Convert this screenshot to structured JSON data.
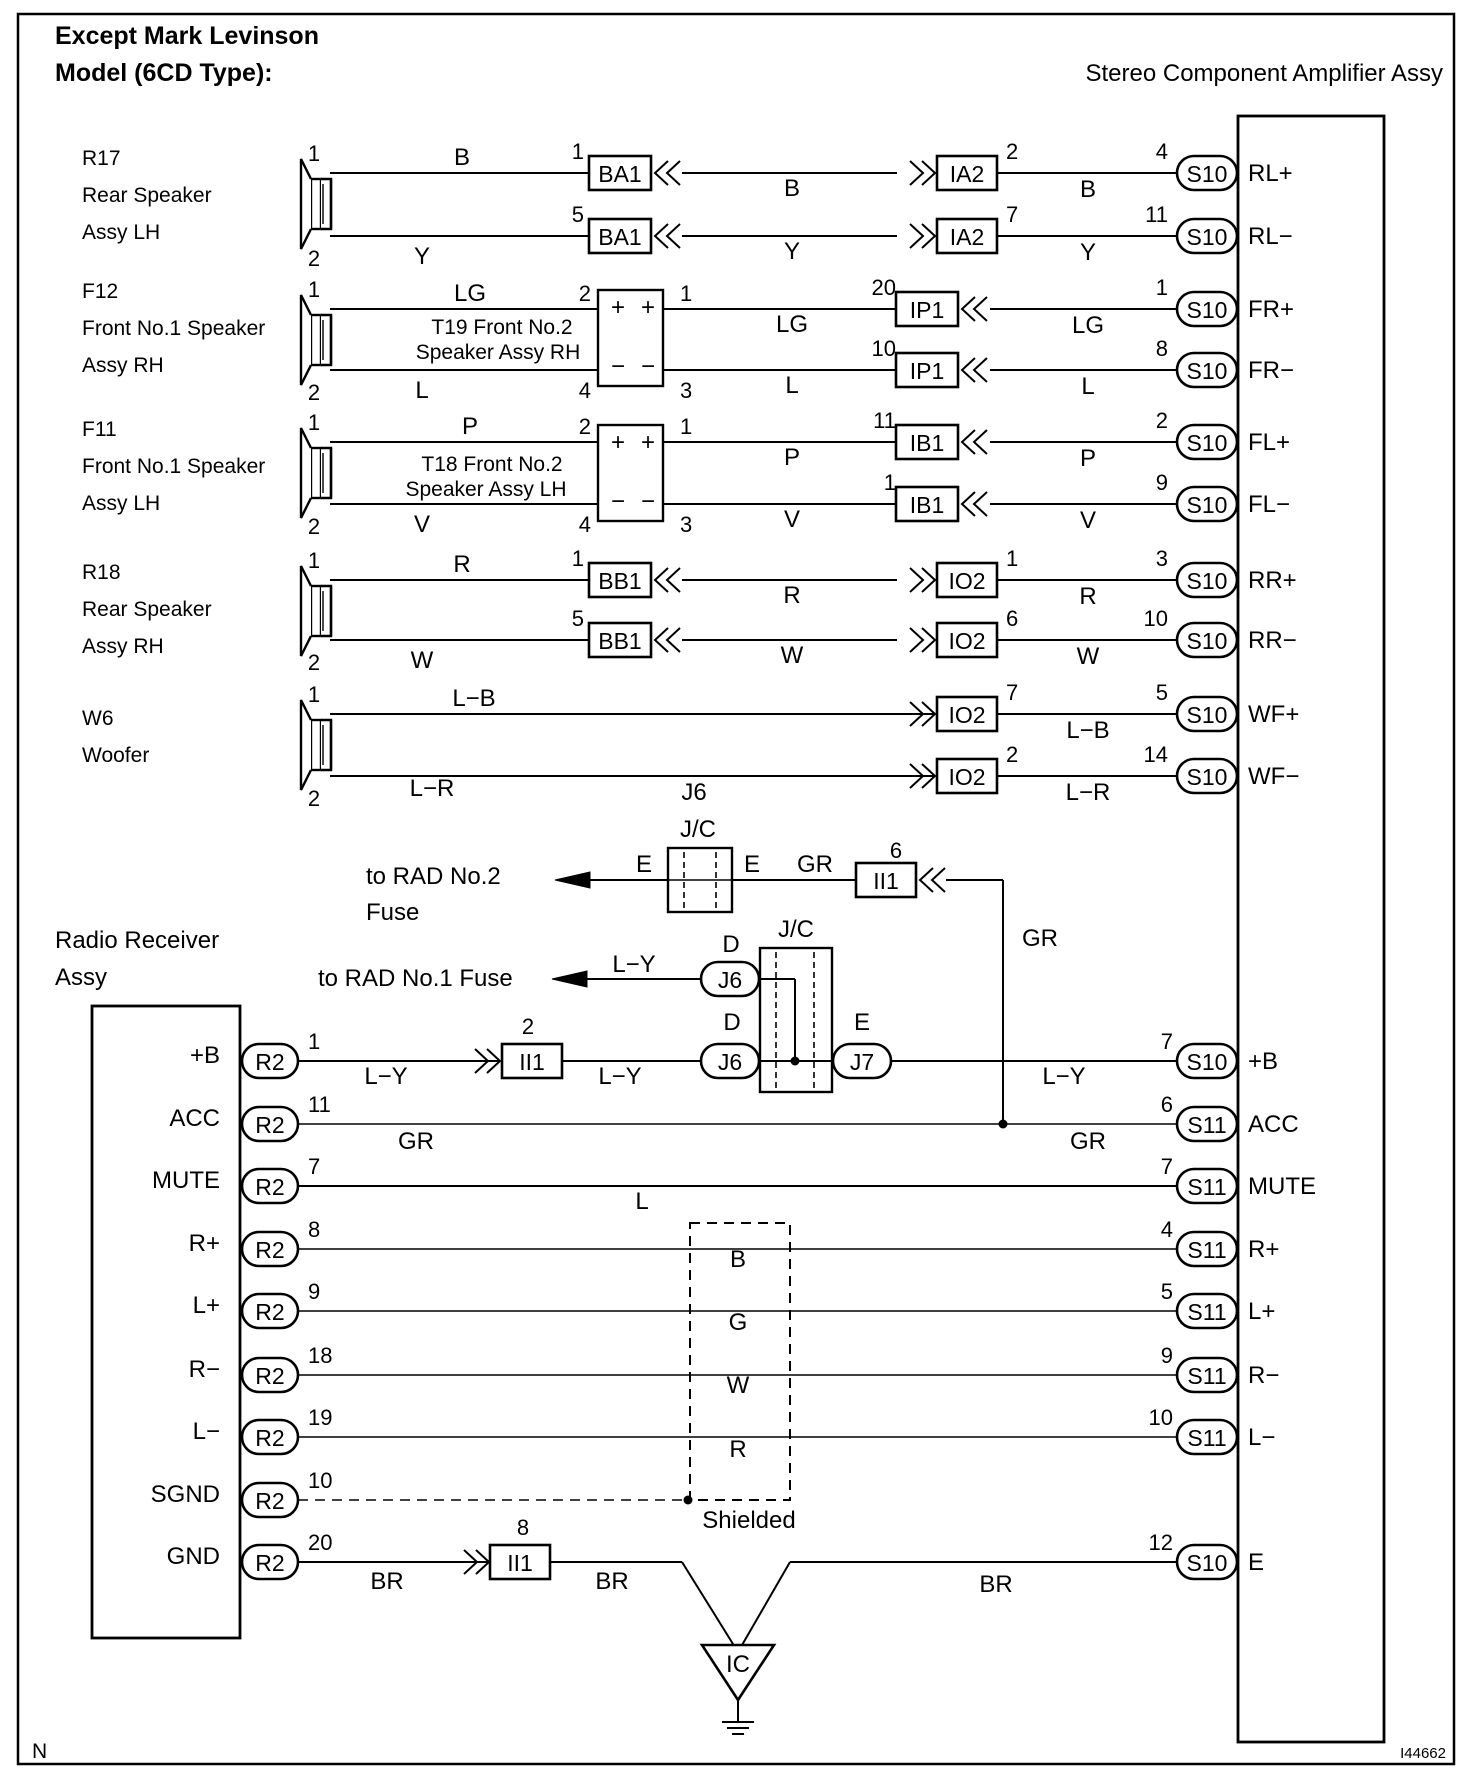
{
  "title": {
    "line1": "Except Mark Levinson",
    "line2": "Model (6CD Type):"
  },
  "amplifier": {
    "name": "Stereo Component Amplifier Assy"
  },
  "radio": {
    "name_line1": "Radio  Receiver",
    "name_line2": "Assy"
  },
  "components": [
    {
      "id": "R17",
      "l1": "Rear Speaker",
      "l2": "Assy LH"
    },
    {
      "id": "F12",
      "l1": "Front No.1 Speaker",
      "l2": "Assy RH"
    },
    {
      "id": "F11",
      "l1": "Front No.1 Speaker",
      "l2": "Assy LH"
    },
    {
      "id": "R18",
      "l1": "Rear Speaker",
      "l2": "Assy RH"
    },
    {
      "id": "W6",
      "l1": "Woofer",
      "l2": ""
    }
  ],
  "tweeters": [
    {
      "l1": "T19 Front No.2",
      "l2": "Speaker Assy RH"
    },
    {
      "l1": "T18 Front No.2",
      "l2": "Speaker Assy LH"
    }
  ],
  "speaker_rows": [
    {
      "sp_pin": "1",
      "sp_wire": "B",
      "c1": "BA1",
      "c1_pin": "1",
      "mid_wire": "B",
      "c2": "IA2",
      "c2_pin": "2",
      "amp_wire": "B",
      "amp_pin": "4",
      "amp_conn": "S10",
      "amp_term": "RL+"
    },
    {
      "sp_pin": "2",
      "sp_wire": "Y",
      "c1": "BA1",
      "c1_pin": "5",
      "mid_wire": "Y",
      "c2": "IA2",
      "c2_pin": "7",
      "amp_wire": "Y",
      "amp_pin": "11",
      "amp_conn": "S10",
      "amp_term": "RL−"
    },
    {
      "sp_pin": "1",
      "sp_wire": "LG",
      "tw_pin_in": "2",
      "tw_pin_out": "1",
      "mid_wire": "LG",
      "c2": "IP1",
      "c2_pin": "20",
      "amp_wire": "LG",
      "amp_pin": "1",
      "amp_conn": "S10",
      "amp_term": "FR+"
    },
    {
      "sp_pin": "2",
      "sp_wire": "L",
      "tw_pin_in": "4",
      "tw_pin_out": "3",
      "mid_wire": "L",
      "c2": "IP1",
      "c2_pin": "10",
      "amp_wire": "L",
      "amp_pin": "8",
      "amp_conn": "S10",
      "amp_term": "FR−"
    },
    {
      "sp_pin": "1",
      "sp_wire": "P",
      "tw_pin_in": "2",
      "tw_pin_out": "1",
      "mid_wire": "P",
      "c2": "IB1",
      "c2_pin": "11",
      "amp_wire": "P",
      "amp_pin": "2",
      "amp_conn": "S10",
      "amp_term": "FL+"
    },
    {
      "sp_pin": "2",
      "sp_wire": "V",
      "tw_pin_in": "4",
      "tw_pin_out": "3",
      "mid_wire": "V",
      "c2": "IB1",
      "c2_pin": "1",
      "amp_wire": "V",
      "amp_pin": "9",
      "amp_conn": "S10",
      "amp_term": "FL−"
    },
    {
      "sp_pin": "1",
      "sp_wire": "R",
      "c1": "BB1",
      "c1_pin": "1",
      "mid_wire": "R",
      "c2": "IO2",
      "c2_pin": "1",
      "amp_wire": "R",
      "amp_pin": "3",
      "amp_conn": "S10",
      "amp_term": "RR+"
    },
    {
      "sp_pin": "2",
      "sp_wire": "W",
      "c1": "BB1",
      "c1_pin": "5",
      "mid_wire": "W",
      "c2": "IO2",
      "c2_pin": "6",
      "amp_wire": "W",
      "amp_pin": "10",
      "amp_conn": "S10",
      "amp_term": "RR−"
    },
    {
      "sp_pin": "1",
      "sp_wire": "L−B",
      "c2": "IO2",
      "c2_pin": "7",
      "amp_wire": "L−B",
      "amp_pin": "5",
      "amp_conn": "S10",
      "amp_term": "WF+"
    },
    {
      "sp_pin": "2",
      "sp_wire": "L−R",
      "extra": "J6",
      "c2": "IO2",
      "c2_pin": "2",
      "amp_wire": "L−R",
      "amp_pin": "14",
      "amp_conn": "S10",
      "amp_term": "WF−"
    }
  ],
  "tweeter_symbols": {
    "plus": "+",
    "minus": "−"
  },
  "power": {
    "rad2_l1": "to RAD No.2",
    "rad2_l2": "Fuse",
    "jc_label": "J/C",
    "e_left": "E",
    "e_right": "E",
    "gr_wire1": "GR",
    "ii1_top": "II1",
    "ii1_top_pin": "6",
    "gr_wire2": "GR",
    "rad1": "to RAD No.1 Fuse",
    "ly_wire": "L−Y",
    "d_top": "D",
    "d_bot": "D",
    "jc2_label": "J/C",
    "j6": "J6",
    "j7": "J7",
    "e_j7": "E"
  },
  "radio_rows": [
    {
      "term": "+B",
      "conn": "R2",
      "pin": "1",
      "wire_l": "L−Y",
      "ii1": "II1",
      "ii1_pin": "2",
      "wire_m": "L−Y",
      "wire_r": "L−Y",
      "amp_pin": "7",
      "amp_conn": "S10",
      "amp_term": "+B"
    },
    {
      "term": "ACC",
      "conn": "R2",
      "pin": "11",
      "wire_l": "GR",
      "wire_r": "GR",
      "amp_pin": "6",
      "amp_conn": "S11",
      "amp_term": "ACC"
    },
    {
      "term": "MUTE",
      "conn": "R2",
      "pin": "7",
      "wire_m": "L",
      "amp_pin": "7",
      "amp_conn": "S11",
      "amp_term": "MUTE"
    },
    {
      "term": "R+",
      "conn": "R2",
      "pin": "8",
      "shield": "B",
      "amp_pin": "4",
      "amp_conn": "S11",
      "amp_term": "R+"
    },
    {
      "term": "L+",
      "conn": "R2",
      "pin": "9",
      "shield": "G",
      "amp_pin": "5",
      "amp_conn": "S11",
      "amp_term": "L+"
    },
    {
      "term": "R−",
      "conn": "R2",
      "pin": "18",
      "shield": "W",
      "amp_pin": "9",
      "amp_conn": "S11",
      "amp_term": "R−"
    },
    {
      "term": "L−",
      "conn": "R2",
      "pin": "19",
      "shield": "R",
      "amp_pin": "10",
      "amp_conn": "S11",
      "amp_term": "L−"
    },
    {
      "term": "SGND",
      "conn": "R2",
      "pin": "10",
      "shield_label": "Shielded"
    },
    {
      "term": "GND",
      "conn": "R2",
      "pin": "20",
      "wire_l": "BR",
      "ii1": "II1",
      "ii1_pin": "8",
      "wire_m": "BR",
      "wire_r": "BR",
      "amp_pin": "12",
      "amp_conn": "S10",
      "amp_term": "E"
    }
  ],
  "ground": {
    "label": "IC"
  },
  "footer": {
    "left": "N",
    "right": "I44662"
  }
}
